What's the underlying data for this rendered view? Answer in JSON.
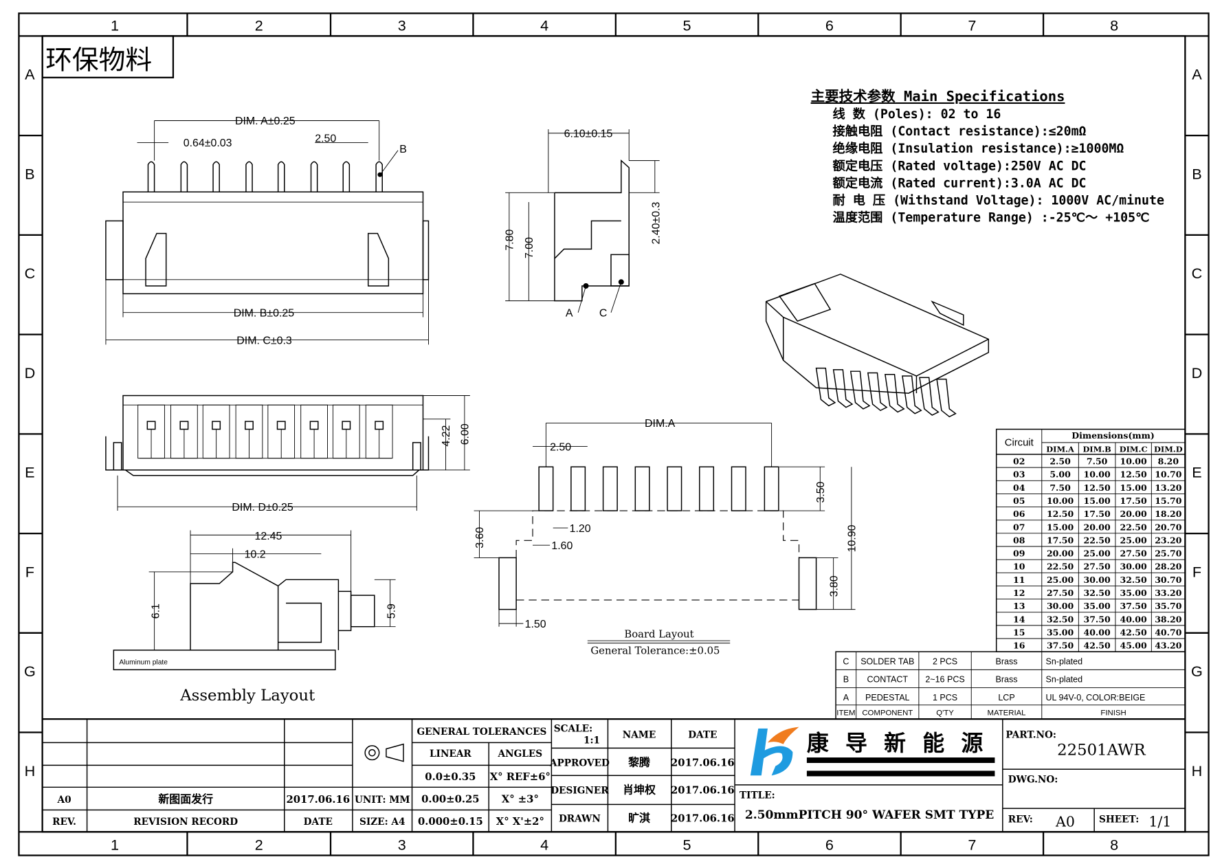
{
  "stamp": "环保物料",
  "zones": {
    "columns": [
      "1",
      "2",
      "3",
      "4",
      "5",
      "6",
      "7",
      "8"
    ],
    "rows": [
      "A",
      "B",
      "C",
      "D",
      "E",
      "F",
      "G",
      "H"
    ]
  },
  "specs": {
    "title": "主要技术参数 Main Specifications",
    "lines": [
      "线    数 (Poles): 02 to 16",
      "接触电阻 (Contact resistance):≤20mΩ",
      "绝缘电阻 (Insulation resistance):≥1000MΩ",
      "额定电压 (Rated voltage):250V AC DC",
      "额定电流 (Rated current):3.0A AC DC",
      "耐 电 压 (Withstand Voltage): 1000V AC/minute",
      "温度范围 (Temperature Range) :-25℃～ +105℃"
    ]
  },
  "top_view": {
    "dim_a": "DIM. A±0.25",
    "pin_width": "0.64±0.03",
    "pitch": "2.50",
    "callout_b": "B",
    "dim_b": "DIM. B±0.25",
    "dim_c": "DIM. C±0.3"
  },
  "side_view": {
    "depth": "6.10±0.15",
    "height_total": "7.80",
    "height_body": "7.00",
    "tab_height": "2.40±0.3",
    "callout_a": "A",
    "callout_c": "C"
  },
  "front_view": {
    "h1": "4.22",
    "h2": "6.00",
    "dim_d": "DIM. D±0.25"
  },
  "board_layout": {
    "dim_a": "DIM.A",
    "pitch": "2.50",
    "pad_len": "3.50",
    "pad_w": "1.20",
    "gap": "1.60",
    "offset": "3.60",
    "total": "10.90",
    "tab_len": "3.80",
    "tab_w": "1.50",
    "title": "Board Layout",
    "tolerance": "General Tolerance:±0.05"
  },
  "assembly": {
    "w1": "12.45",
    "w2": "10.2",
    "h1": "6.1",
    "h2": "5.9",
    "plate": "Aluminum plate",
    "title": "Assembly Layout"
  },
  "dim_table": {
    "circuit_header": "Circuit",
    "group_header": "Dimensions(mm)",
    "columns": [
      "DIM.A",
      "DIM.B",
      "DIM.C",
      "DIM.D"
    ],
    "rows": [
      [
        "02",
        "2.50",
        "7.50",
        "10.00",
        "8.20"
      ],
      [
        "03",
        "5.00",
        "10.00",
        "12.50",
        "10.70"
      ],
      [
        "04",
        "7.50",
        "12.50",
        "15.00",
        "13.20"
      ],
      [
        "05",
        "10.00",
        "15.00",
        "17.50",
        "15.70"
      ],
      [
        "06",
        "12.50",
        "17.50",
        "20.00",
        "18.20"
      ],
      [
        "07",
        "15.00",
        "20.00",
        "22.50",
        "20.70"
      ],
      [
        "08",
        "17.50",
        "22.50",
        "25.00",
        "23.20"
      ],
      [
        "09",
        "20.00",
        "25.00",
        "27.50",
        "25.70"
      ],
      [
        "10",
        "22.50",
        "27.50",
        "30.00",
        "28.20"
      ],
      [
        "11",
        "25.00",
        "30.00",
        "32.50",
        "30.70"
      ],
      [
        "12",
        "27.50",
        "32.50",
        "35.00",
        "33.20"
      ],
      [
        "13",
        "30.00",
        "35.00",
        "37.50",
        "35.70"
      ],
      [
        "14",
        "32.50",
        "37.50",
        "40.00",
        "38.20"
      ],
      [
        "15",
        "35.00",
        "40.00",
        "42.50",
        "40.70"
      ],
      [
        "16",
        "37.50",
        "42.50",
        "45.00",
        "43.20"
      ]
    ]
  },
  "bom": {
    "header": [
      "ITEM",
      "COMPONENT",
      "Q'TY",
      "MATERIAL",
      "FINISH"
    ],
    "rows": [
      [
        "C",
        "SOLDER TAB",
        "2 PCS",
        "Brass",
        "Sn-plated"
      ],
      [
        "B",
        "CONTACT",
        "2~16 PCS",
        "Brass",
        "Sn-plated"
      ],
      [
        "A",
        "PEDESTAL",
        "1 PCS",
        "LCP",
        "UL 94V-0, COLOR:BEIGE"
      ]
    ]
  },
  "revision": {
    "rev": "A0",
    "record": "新图面发行",
    "date": "2017.06.16",
    "rev_header": "REV.",
    "record_header": "REVISION RECORD",
    "date_header": "DATE"
  },
  "tolerances": {
    "title": "GENERAL TOLERANCES",
    "linear": "LINEAR",
    "angles": "ANGLES",
    "unit": "UNIT: MM",
    "size": "SIZE: A4",
    "linear_values": [
      "0.0±0.35",
      "0.00±0.25",
      "0.000±0.15"
    ],
    "angle_values": [
      "X° REF±6°",
      "X° ±3°",
      "X° X'±2°"
    ]
  },
  "signoff": {
    "scale_label": "SCALE:",
    "scale": "1:1",
    "name_header": "NAME",
    "date_header": "DATE",
    "rows": [
      [
        "APPROVED",
        "黎腾",
        "2017.06.16"
      ],
      [
        "DESIGNER",
        "肖坤权",
        "2017.06.16"
      ],
      [
        "DRAWN",
        "旷淇",
        "2017.06.16"
      ]
    ]
  },
  "company": {
    "name": "康 导 新 能 源",
    "colors": {
      "blue": "#1e9be0",
      "orange": "#f07c1e"
    }
  },
  "title_block": {
    "title_label": "TITLE:",
    "title": "2.50mmPITCH 90° WAFER SMT TYPE",
    "part_no_label": "PART.NO:",
    "part_no": "22501AWR",
    "dwg_no_label": "DWG.NO:",
    "rev_label": "REV:",
    "rev": "A0",
    "sheet_label": "SHEET:",
    "sheet": "1/1"
  }
}
